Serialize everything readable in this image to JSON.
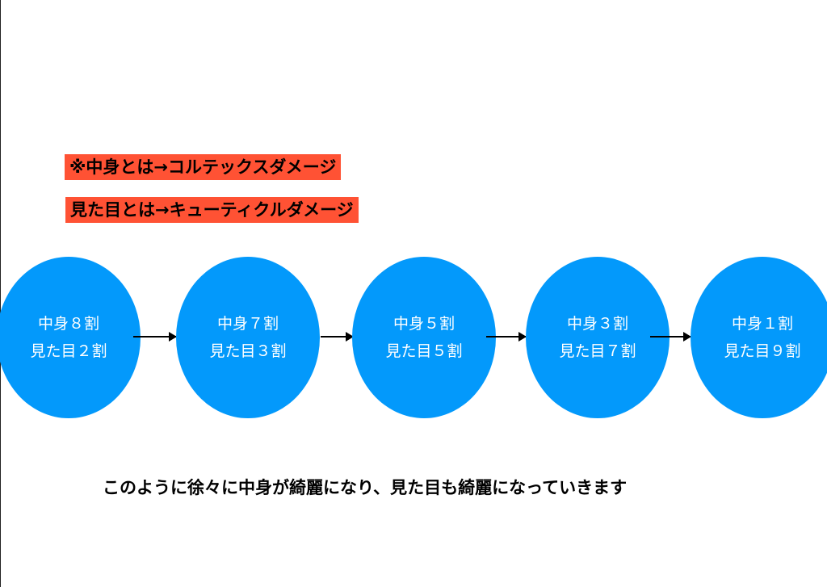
{
  "notes": [
    "※中身とは→コルテックスダメージ",
    "見た目とは→キューティクルダメージ"
  ],
  "stages": [
    {
      "inside": "中身８割",
      "outside": "見た目２割"
    },
    {
      "inside": "中身７割",
      "outside": "見た目３割"
    },
    {
      "inside": "中身５割",
      "outside": "見た目５割"
    },
    {
      "inside": "中身３割",
      "outside": "見た目７割"
    },
    {
      "inside": "中身１割",
      "outside": "見た目９割"
    }
  ],
  "summary": "このように徐々に中身が綺麗になり、見た目も綺麗になっていきます",
  "colors": {
    "note_bg": "#FF5234",
    "circle": "#0399FB"
  }
}
